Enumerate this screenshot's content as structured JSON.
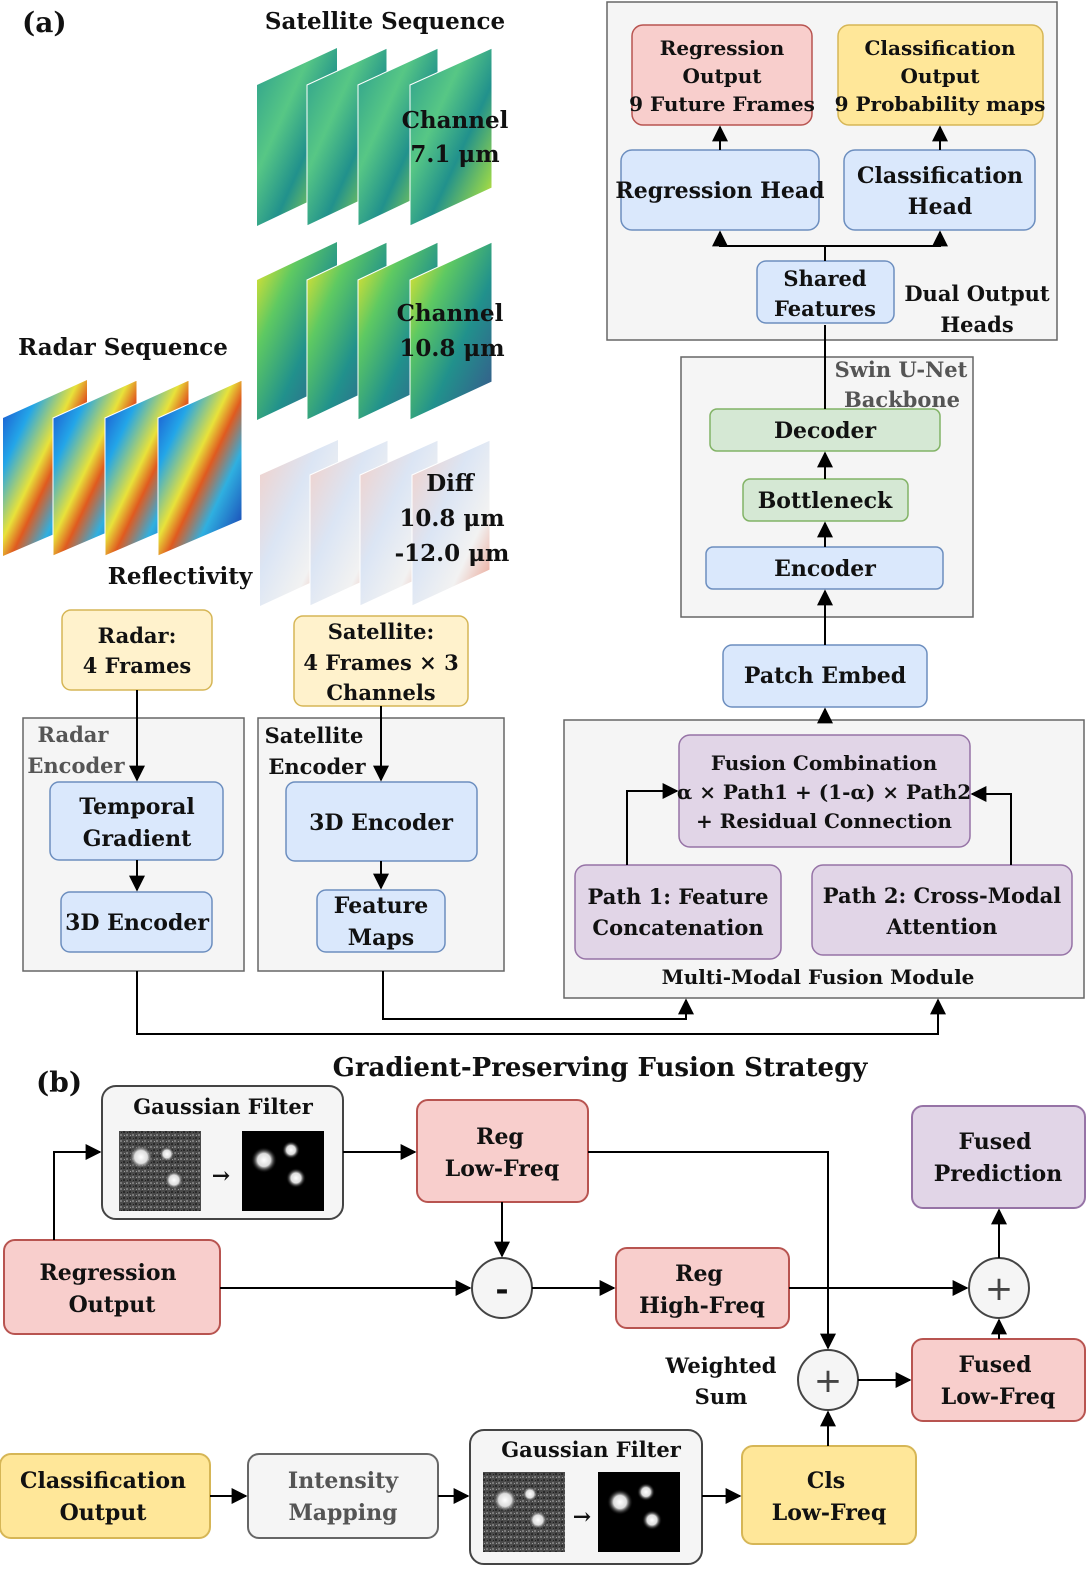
{
  "panel_a": {
    "label": "(a)",
    "satellite_sequence": "Satellite Sequence",
    "channel_1": [
      "Channel",
      "7.1 μm"
    ],
    "channel_2": [
      "Channel",
      "10.8 μm"
    ],
    "channel_3": [
      "Diff",
      "10.8 μm",
      "-12.0 μm"
    ],
    "radar_sequence": "Radar Sequence",
    "reflectivity": "Reflectivity",
    "radar_input": [
      "Radar:",
      "4 Frames"
    ],
    "satellite_input": [
      "Satellite:",
      "4 Frames × 3",
      "Channels"
    ],
    "radar_encoder": {
      "title": [
        "Radar",
        "Encoder"
      ],
      "temporal_gradient": [
        "Temporal",
        "Gradient"
      ],
      "encoder_3d": "3D Encoder"
    },
    "satellite_encoder": {
      "title": [
        "Satellite",
        "Encoder"
      ],
      "encoder_3d": "3D Encoder",
      "feature_maps": [
        "Feature",
        "Maps"
      ]
    },
    "fusion_module": {
      "title": "Multi-Modal Fusion Module",
      "combination": [
        "Fusion Combination",
        "α × Path1 + (1-α) × Path2",
        "+ Residual Connection"
      ],
      "path1": [
        "Path 1: Feature",
        "Concatenation"
      ],
      "path2": [
        "Path 2: Cross-Modal",
        "Attention"
      ]
    },
    "patch_embed": "Patch Embed",
    "backbone": {
      "title": [
        "Swin U-Net",
        "Backbone"
      ],
      "encoder": "Encoder",
      "bottleneck": "Bottleneck",
      "decoder": "Decoder"
    },
    "dual_heads": {
      "title": [
        "Dual Output",
        "Heads"
      ],
      "shared_features": [
        "Shared",
        "Features"
      ],
      "regression_head": "Regression Head",
      "classification_head": [
        "Classification",
        "Head"
      ],
      "regression_output": [
        "Regression",
        "Output",
        "9 Future Frames"
      ],
      "classification_output": [
        "Classification",
        "Output",
        "9 Probability maps"
      ]
    }
  },
  "panel_b": {
    "label": "(b)",
    "title": "Gradient-Preserving Fusion Strategy",
    "gaussian_filter_top": "Gaussian Filter",
    "gaussian_filter_bottom": "Gaussian Filter",
    "regression_output": [
      "Regression",
      "Output"
    ],
    "reg_low_freq": [
      "Reg",
      "Low-Freq"
    ],
    "reg_high_freq": [
      "Reg",
      "High-Freq"
    ],
    "minus_op": "-",
    "plus_op_sum": "+",
    "plus_op_final": "+",
    "weighted_sum": [
      "Weighted",
      "Sum"
    ],
    "fused_prediction": [
      "Fused",
      "Prediction"
    ],
    "fused_low_freq": [
      "Fused",
      "Low-Freq"
    ],
    "classification_output": [
      "Classification",
      "Output"
    ],
    "intensity_mapping": [
      "Intensity",
      "Mapping"
    ],
    "cls_low_freq": [
      "Cls",
      "Low-Freq"
    ]
  },
  "colors": {
    "blue_fill": "#dae8fc",
    "blue_stroke": "#6c8ebf",
    "green_fill": "#d5e8d4",
    "green_stroke": "#82b366",
    "yellow_fill": "#fff2cc",
    "yellow_stroke": "#d6b656",
    "red_fill": "#f8cecc",
    "red_stroke": "#b85450",
    "purple_fill": "#e1d5e7",
    "purple_stroke": "#9673a6",
    "gray_fill": "#f5f5f5",
    "gray_stroke": "#666666"
  }
}
